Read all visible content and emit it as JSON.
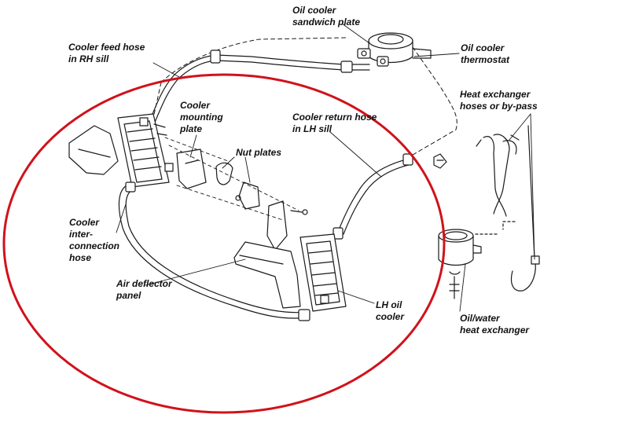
{
  "labels": {
    "oil_cooler_sandwich_plate": [
      "Oil cooler",
      "sandwich plate"
    ],
    "oil_cooler_thermostat": [
      "Oil cooler",
      "thermostat"
    ],
    "cooler_feed_hose": [
      "Cooler feed hose",
      "in RH sill"
    ],
    "heat_exchanger_hoses": [
      "Heat exchanger",
      "hoses or by-pass"
    ],
    "cooler_mounting_plate": [
      "Cooler",
      "mounting",
      "plate"
    ],
    "cooler_return_hose": [
      "Cooler return hose",
      "in LH sill"
    ],
    "nut_plates": [
      "Nut plates"
    ],
    "cooler_interconnection_hose": [
      "Cooler",
      "inter-",
      "connection",
      "hose"
    ],
    "air_deflector_panel": [
      "Air deflector",
      "panel"
    ],
    "lh_oil_cooler": [
      "LH oil",
      "cooler"
    ],
    "oil_water_heat_exchanger": [
      "Oil/water",
      "heat exchanger"
    ]
  },
  "colors": {
    "line": "#1a1a1a",
    "highlight_ellipse": "#d0121b",
    "background": "#ffffff"
  }
}
